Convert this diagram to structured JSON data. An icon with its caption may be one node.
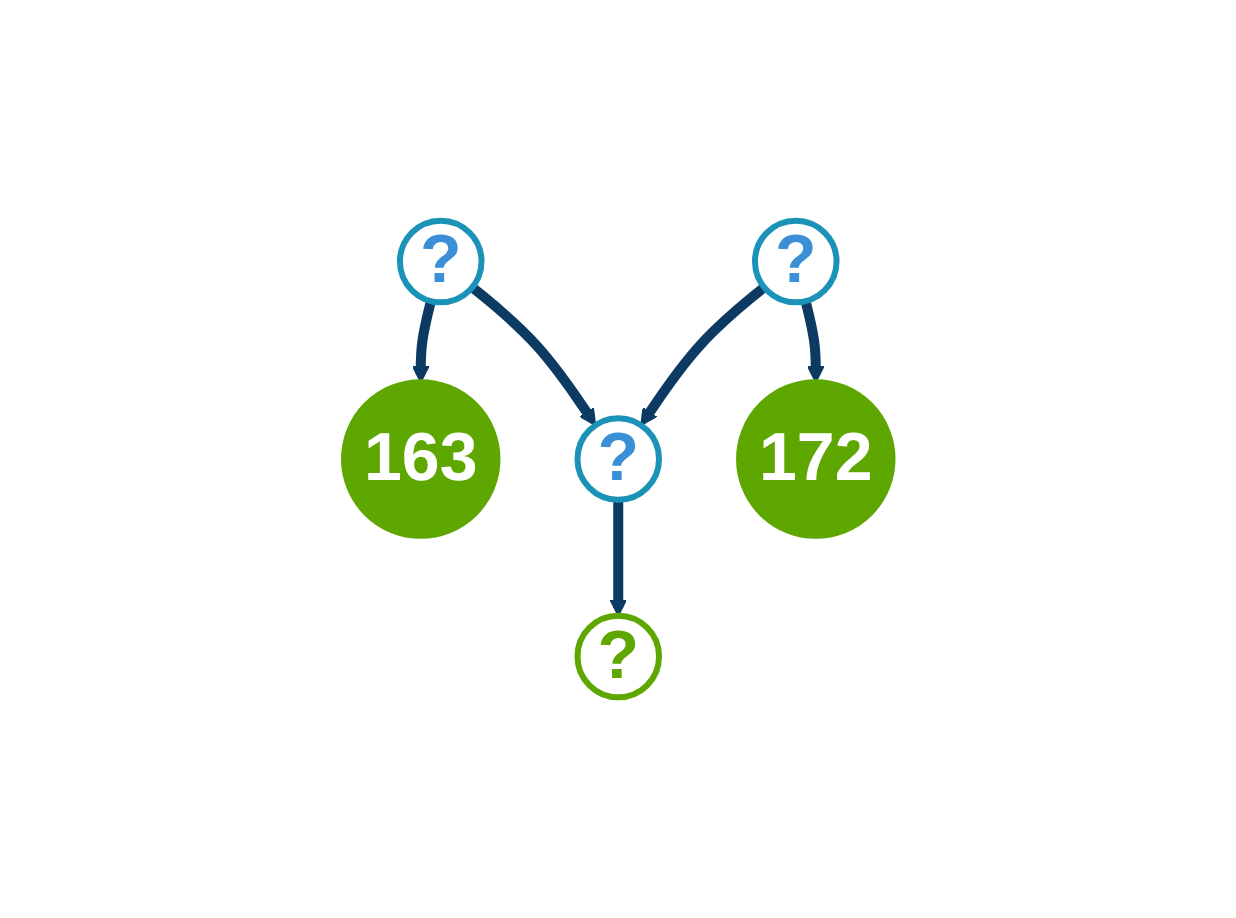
{
  "diagram": {
    "nodes": [
      {
        "text": [
          "?"
        ]
      },
      {
        "text": [
          "?"
        ]
      },
      {
        "text": [
          "163"
        ]
      },
      {
        "text": [
          "?"
        ]
      },
      {
        "text": [
          "172"
        ]
      },
      {
        "text": [
          "?"
        ]
      }
    ],
    "edges": [
      {
        "from": 0,
        "to": 2,
        "arrow": "to"
      },
      {
        "from": 0,
        "to": 3,
        "arrow": "to"
      },
      {
        "from": 1,
        "to": 3,
        "arrow": "to"
      },
      {
        "from": 1,
        "to": 4,
        "arrow": "to"
      },
      {
        "from": 3,
        "to": 5,
        "arrow": "to"
      }
    ]
  }
}
